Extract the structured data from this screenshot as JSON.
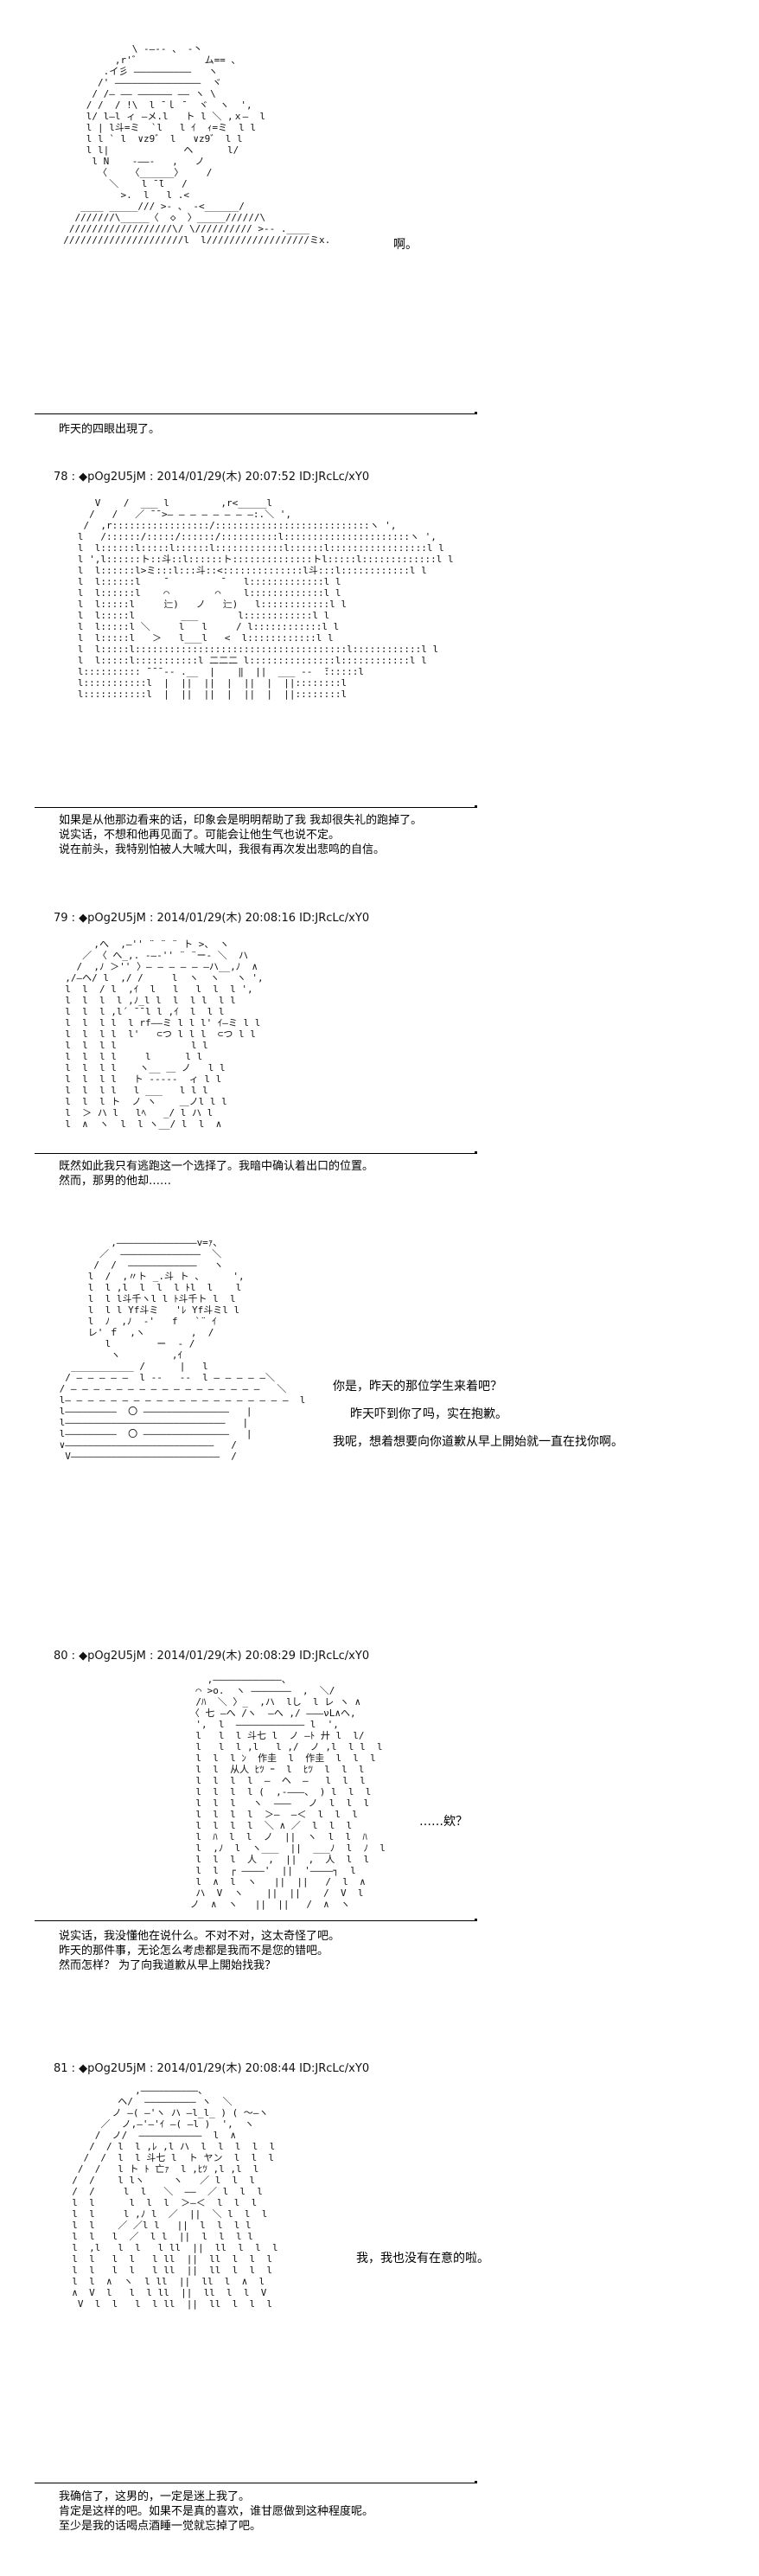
{
  "posts": [
    {
      "header": "",
      "art": "              \\ -―-- 、 ‐丶\n           ,r'゛           ム== 、\n         .イ彡 ――――――――――   ヽ\n        /' ―――――――――――――――  ヾ\n       / /― ―― ―――――― ―― ヽ \\\n      / /  / !\\  l ̄ ｌ ̄   ヾ  ヽ  ',\n      l/ l―l ィ ―メ.l   ト l ＼ ,ｘ―  l\n      l | l斗=ミ  `l   l ｲ  ｨ=ミ  l l\n      l l ` l  ∨z9゛ l   ∨z9゛ l l\n      l l|             ヘ      l/\n       l N    -――-   ,   ノ\n        〈    〈______〉    /\n          ＼    l ̄ ̄l   /\n            >.  l   l .<\n     ____ _____/// >- 、 -<______/\n    ///////\\_____〈  ◇  〉_____//////\\\n   //////////////////\\/ \\////////// >-- .____\n  /////////////////////l  l//////////////////ミx.",
      "side_text": [
        {
          "text": "啊。"
        }
      ],
      "narration": [
        "昨天的四眼出現了。"
      ]
    },
    {
      "header": "78 : ◆pOg2U5jM : 2014/01/29(木) 20:07:52 ID:JRcLc/xY0",
      "art": "      V    /  ___ l         ,r<_____l\n     /   /   ／ ̄ ̄ >― ― ― ― ― ― ― ―:.＼ ',\n    /  ,r:::::::::::::::::/:::::::::::::::::::::::::::ヽ ',\n   l   /::::::/:::::/::::::/::::::::::l::::::::::::::::::::::ヽ ',\n   l  l::::::l:::::l::::::l::::::::::::l::::::l:::::::::::::::::l l\n   l ',l::::::ト::斗::l::::::ト::::::::::::::トl:::::l:::::::::::::l l\n   l  l::::::l>ミ:::l:::斗::<::::::::::::::l斗:::l::::::::::::l l\n   l  l::::::l    ̄          ̄    l:::::::::::::l l\n   l  l::::::l    ⌒        ⌒    l:::::::::::::l l\n   l  l:::::l     辷)   ノ   辷)   l::::::::::::l l\n   l  l:::::l        ___       l::::::::::::l l\n   l  l:::::l ＼     l   l     / l::::::::::::l l\n   l  l:::::l   ＞   l___l   <  l::::::::::::l l\n   l  l:::::l:::::::::::::::::::::::::::::::::::::l::::::::::::l l\n   l  l:::::l:::::::::::l 二二二 l:::::::::::::::l::::::::::::l l\n   l:::::::::: ̄ ̄ ̄ ‐- .__  |    ‖  ||  ___ -‐  ̄::::::l\n   l:::::::::::l  |  ||  ||  |  ||  |  ||::::::::l\n   l:::::::::::l  |  ||  ||  |  ||  |  ||::::::::l",
      "side_text": [],
      "narration": [
        "如果是从他那边看来的话，印象会是明明帮助了我 我却很失礼的跑掉了。",
        "说实话，不想和他再见面了。可能会让他生气也说不定。",
        "说在前头，我特别怕被人大喊大叫，我很有再次发出悲鸣的自信。"
      ]
    },
    {
      "header": "79 : ◆pOg2U5jM : 2014/01/29(木) 20:08:16 ID:JRcLc/xY0",
      "art": "       ,へ  ,―'' ¨ ¨ ¨ ト >、 ヽ\n     ／ 〈 へ_,. -―-'' ¨ ¨ー- ＼  ハ\n    /  ,ﾉ ＞'' 〉― ― ― ― ― ―ハ__,ﾉ  ∧\n  ,/―ヘ/ l  ,/ /     l  ヽ  ヽ   ヽ ',\n  l  l  / l  ,ｲ  l   l   l  l  l ',\n  l  l  l  l ,ﾉ_l l  l  l l  l l\n  l  l  l ,l´ ̄ ̄ l l ,ｲ  l  l l\n  l  l  l l  l rf――ミ l l l' ｲ―ミ l l\n  l  l  l l  l'   ⊂つ l l l  ⊂つ l l\n  l  l  l l             l l\n  l  l  l l     l      l l\n  l  l  l l    ヽ__ ＿ ノ   l l\n  l  l  l l   ト ----‐  ィ l l\n  l  l  l l   l ___   l l l\n  l  l  l ト  ノ ヽ    ＿ノl l l\n  l  ＞ ハ l   lﾍ   _/ l ハ l\n  l  ∧  ヽ  l  l ヽ__/ l  l  ∧",
      "side_text": [],
      "narration": [
        "既然如此我只有逃跑这一个选择了。我暗中确认着出口的位置。",
        "然而，那男的他却……"
      ]
    },
    {
      "header": "",
      "art": "          ,――――――――――――――v=ｧ、\n        ／  ――――――――――――――  ＼\n       /  /  ――――――――――――   ヽ\n      l  /  ,〃ト _.斗 ト 、     ',\n      l  l ,l  l  l  l ﾄl  l    l\n      l  l l斗千ヽl l ﾄ斗千ト l  l\n      l  l l Yf斗ミ   'ﾚ Yf斗ミl l\n      l  ﾉ  ,ﾉ  -'   f   `¨ ｲ\n      レ' ｆ  ,ヽ        ,  /\n         l        ー  ‐ /\n          ヽ         ,ｲ\n   ___________ /      |   l\n  / ― ― ― ― ―  l ‐-   ‐-  l ― ― ― ― ―＼\n / ― ― ― ― ― ― ― ― ― ― ― ― ― ― ― ― ―   ＼\n l― ― ― ― ― ― ― ― ― ― ― ― ― ― ― ― ― ― ― ―  l\n l―――――――――  〇 ―――――――――――――――   |\n l――――――――――――――――――――――――――――   |\n l―――――――――  〇 ―――――――――――――――   |\n ∨――――――――――――――――――――――――――   /\n  V――――――――――――――――――――――――――  /",
      "side_text": [
        {
          "text": "你是，昨天的那位学生来着吧？"
        },
        {
          "text": "昨天吓到你了吗，实在抱歉。"
        },
        {
          "text": "我呢，想着想要向你道歉从早上開始就一直在找你啊。"
        }
      ],
      "narration": []
    },
    {
      "header": "80 : ◆pOg2U5jM : 2014/01/29(木) 20:08:29 ID:JRcLc/xY0",
      "art": "         ,――――――――――――、\n       ⌒ >o.  ヽ ―――――――  ,  ＼/\n       /ﾊ  ＼ 〉_  ,ハ  lし  l レ ヽ ∧\n      〈 七 ―へ /ヽ  ―へ ,/ ―――νL∧ヘ,\n       ',  l  ―――――――――――― l  ',\n       l   l  l 斗七 l  ノ ―ﾄ 廾 l  l/\n       l   l  l ,l   l ,/  ノ ,l  l l  l\n       l  l  l ﾝ  作圭  l  作圭  l  l  l\n       l  l  从人 ﾋﾂ ｰ  l  ﾋﾂ  l  l  l\n       l  l  l  l  ―  ヘ  ―   l  l  l\n       l  l  l  l (  ,-―――、 ) l  l  l\n       l  l  l   ヽ  ―――   ノ  l  l  l\n       l  l  l  l  ＞―  ―＜  l  l  l\n       l  l  l  l  ＼ ∧ ／  l  l  l\n       l  ﾊ  l  l  ノ  ||  ヽ  l  l  ﾊ\n       l  ,ﾉ  l  ヽ___  ||  ___ﾉ  l  ﾉ  l\n       l  l  l  人  ,  ||  ,  人  l  l\n       l  l  ┌ ――――'  ||  '――――┐  l\n       l  ∧  l  ヽ   ||  ||   /  l  ∧\n       ハ  V  ヽ    ||  ||    /  V  l\n      ノ  ∧  ヽ   ||  ||   /  ∧  ヽ",
      "side_text": [
        {
          "text": "……欸？"
        }
      ],
      "narration": [
        "说实话，我没懂他在说什么。不对不对，这太奇怪了吧。",
        "昨天的那件事，无论怎么考虑都是我而不是您的错吧。",
        "然而怎样？ 为了向我道歉从早上開始找我？"
      ]
    },
    {
      "header": "81 : ◆pOg2U5jM : 2014/01/29(木) 20:08:44 ID:JRcLc/xY0",
      "art": "             ,――――――――――、\n          ヘ/  ――――――――― ヽ  ＼\n         ノ ―( ―'ヽ ハ ―l_l_ ) ( ～―ヽ\n       ／  ノ,―'―'ｲ ―( ―l )  ',  ヽ\n      /  ノ/  ―――――――――――  l  ∧\n     /  / l  l ,ﾚ ,l ハ  l  l  l  l  l\n    /  /  l  l 斗七 l  ト ヤン  l  l  l\n   /  /   l ト ﾄ 亡ｧ  l ,ﾋﾂ ,l ,l  l\n  /  /    l lヽ     ヽ   ／ l  l  l\n  /  /     l  l   ＼  ――  ／ l  l  l\n  l  l      l  l  l  ＞―＜  l  l  l\n  l  l     l ,ﾉ l  ／  ||  ＼ l  l  l\n  l  l    ／ ／l l   ||  l  l  l l\n  l  l   l  ／  l l  ||  l  l  l l\n  l  ,l   l  l   l ll  ||  ll  l  l  l\n  l  l   l  l   l ll  ||  ll  l  l  l\n  l  l   l  l   l ll  ||  ll  l  l  l\n  l  l  ∧  ヽ  l ll  ||  ll  l  ∧  l\n  ∧  V  l   l  l ll  ||  ll  l  l  V\n   V  l  l   l  l ll  ||  ll  l  l  l",
      "side_text": [
        {
          "text": "我，我也没有在意的啦。"
        }
      ],
      "narration": [
        "我确信了，这男的，一定是迷上我了。",
        "肯定是这样的吧。如果不是真的喜欢，谁甘愿做到这种程度呢。",
        "至少是我的话喝点酒睡一觉就忘掉了吧。"
      ]
    }
  ]
}
